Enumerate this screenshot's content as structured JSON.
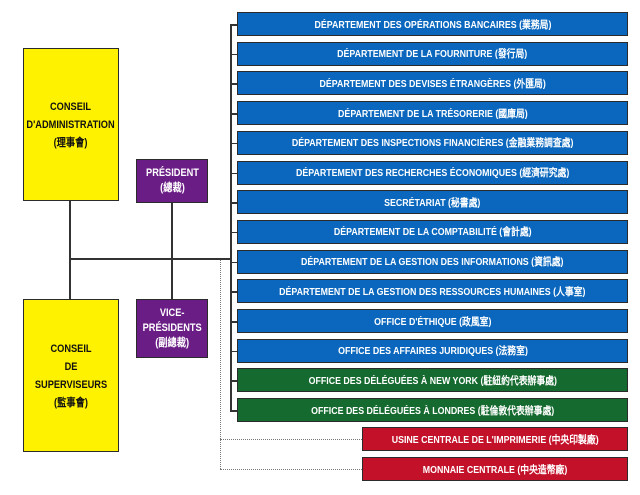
{
  "left": {
    "board_directors": [
      "CONSEIL",
      "D'ADMINISTRATION",
      "(理事會)"
    ],
    "board_supervisors": [
      "CONSEIL",
      "DE",
      "SUPERVISEURS",
      "(監事會)"
    ],
    "president": [
      "PRÉSIDENT",
      "(總裁)"
    ],
    "vice_presidents": [
      "VICE-",
      "PRÉSIDENTS",
      "(副總裁)"
    ]
  },
  "departments": [
    {
      "label": "DÉPARTEMENT DES OPÉRATIONS BANCAIRES (業務局)",
      "color": "#0a67bd"
    },
    {
      "label": "DÉPARTEMENT DE LA FOURNITURE (發行局)",
      "color": "#0a67bd"
    },
    {
      "label": "DÉPARTEMENT DES DEVISES ÉTRANGÈRES (外匯局)",
      "color": "#0a67bd"
    },
    {
      "label": "DÉPARTEMENT DE LA TRÉSORERIE (國庫局)",
      "color": "#0a67bd"
    },
    {
      "label": "DÉPARTEMENT DES INSPECTIONS FINANCIÈRES (金融業務調查處)",
      "color": "#0a67bd"
    },
    {
      "label": "DÉPARTEMENT DES RECHERCHES ÉCONOMIQUES (經濟研究處)",
      "color": "#0a67bd"
    },
    {
      "label": "SECRÉTARIAT (秘書處)",
      "color": "#0a67bd"
    },
    {
      "label": "DÉPARTEMENT DE LA COMPTABILITÉ (會計處)",
      "color": "#0a67bd"
    },
    {
      "label": "DÉPARTEMENT DE LA GESTION DES INFORMATIONS (資訊處)",
      "color": "#0a67bd"
    },
    {
      "label": "DÉPARTEMENT DE LA GESTION DES RESSOURCES HUMAINES (人事室)",
      "color": "#0a67bd"
    },
    {
      "label": "OFFICE D'ÉTHIQUE (政風室)",
      "color": "#0a67bd"
    },
    {
      "label": "OFFICE DES AFFAIRES JURIDIQUES (法務室)",
      "color": "#0a67bd"
    },
    {
      "label": "OFFICE DES DÉLÉGUÉES À NEW YORK (駐紐約代表辦事處)",
      "color": "#156a2f"
    },
    {
      "label": "OFFICE DES DÉLÉGUÉES À LONDRES (駐倫敦代表辦事處)",
      "color": "#156a2f"
    }
  ],
  "affiliates": [
    {
      "label": "USINE CENTRALE DE L'IMPRIMERIE (中央印製廠)",
      "color": "#c4112a"
    },
    {
      "label": "MONNAIE CENTRALE (中央造幣廠)",
      "color": "#c4112a"
    }
  ]
}
